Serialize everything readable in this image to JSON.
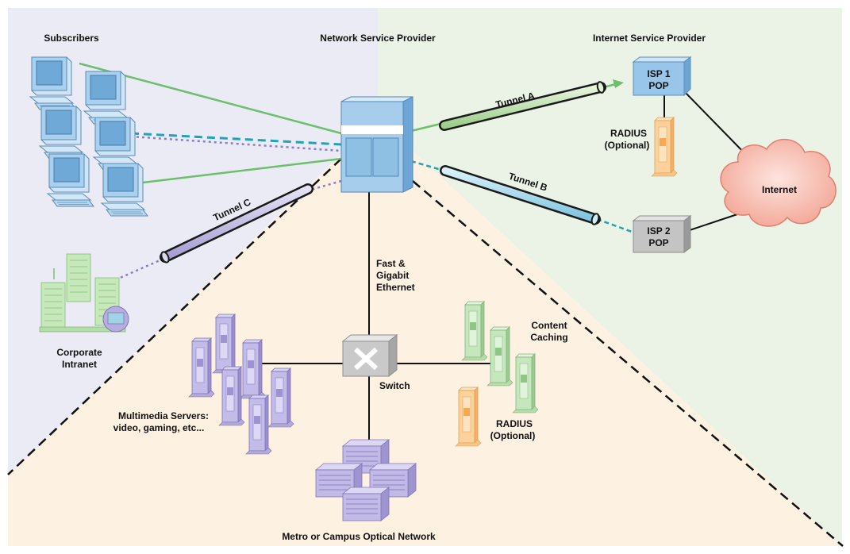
{
  "regions": {
    "subscribers": "Subscribers",
    "network_service_provider": "Network Service Provider",
    "internet_service_provider": "Internet Service Provider",
    "metro_network": "Metro or Campus Optical Network"
  },
  "nodes": {
    "isp1_line1": "ISP 1",
    "isp1_line2": "POP",
    "isp2_line1": "ISP 2",
    "isp2_line2": "POP",
    "radius_top_line1": "RADIUS",
    "radius_top_line2": "(Optional)",
    "internet": "Internet",
    "corporate_line1": "Corporate",
    "corporate_line2": "Intranet",
    "ethernet_line1": "Fast &",
    "ethernet_line2": "Gigabit",
    "ethernet_line3": "Ethernet",
    "switch_label": "Switch",
    "content_line1": "Content",
    "content_line2": "Caching",
    "radius_bottom_line1": "RADIUS",
    "radius_bottom_line2": "(Optional)",
    "multimedia_line1": "Multimedia Servers:",
    "multimedia_line2": "video, gaming, etc..."
  },
  "tunnels": {
    "a": "Tunnel A",
    "b": "Tunnel B",
    "c": "Tunnel C"
  },
  "colors": {
    "subscriber_bg": "#ebebf6",
    "isp_bg": "#eaf3e6",
    "metro_bg": "#fdf1e2",
    "green_link": "#6cc06a",
    "teal_link": "#1fa3b8",
    "purple_link": "#8b7ec8",
    "tunnel_a": "#b7dca6",
    "tunnel_b": "#9fd3e6",
    "tunnel_c": "#bcb5dd",
    "computer": "#8ec0e4",
    "server_purple": "#b7aee0",
    "server_green": "#bfe3b4",
    "server_orange": "#fbc98a",
    "isp1_pop": "#98c6ea",
    "isp2_pop": "#c4c4c4",
    "internet_cloud": "#f6b3a6"
  }
}
